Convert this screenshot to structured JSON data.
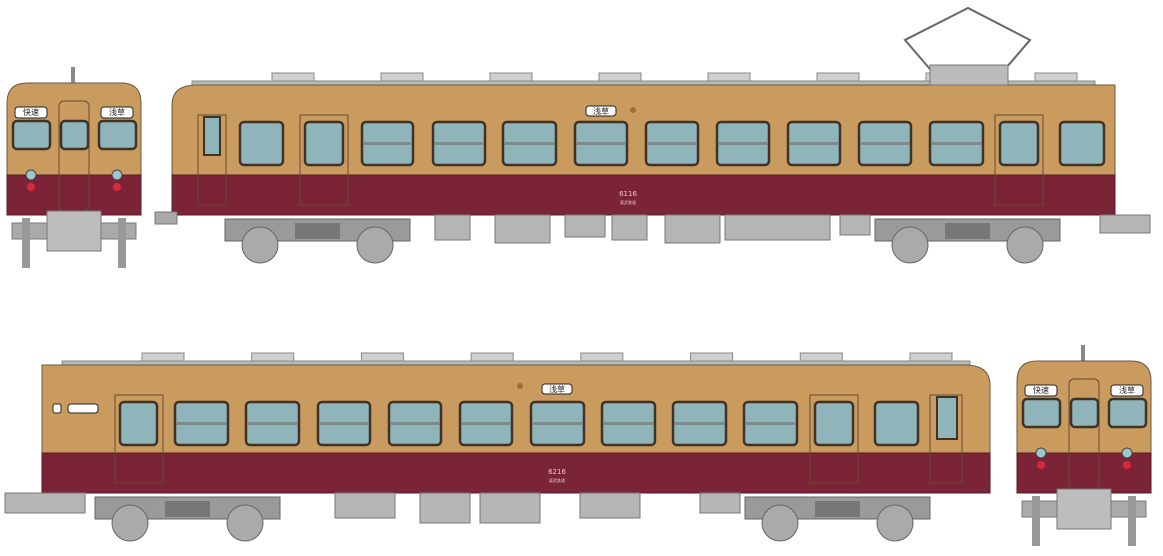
{
  "colors": {
    "body_upper": "#c99b5e",
    "body_lower": "#7b2437",
    "window": "#8fb4b9",
    "window_frame": "#3e3326",
    "roof": "#b8b8b8",
    "underframe": "#9a9a9a",
    "light_white": "#9fc7cc",
    "light_red": "#d8283a"
  },
  "top_car": {
    "destination_sign": "浅草",
    "car_number": "6116",
    "operator_mark": "東武鉄道"
  },
  "bottom_car": {
    "destination_sign": "浅草",
    "car_number": "6216",
    "operator_mark": "東武鉄道"
  },
  "front_cab_left": {
    "service_sign": "快速",
    "destination_sign": "浅草"
  },
  "front_cab_right": {
    "service_sign": "快速",
    "destination_sign": "浅草"
  }
}
